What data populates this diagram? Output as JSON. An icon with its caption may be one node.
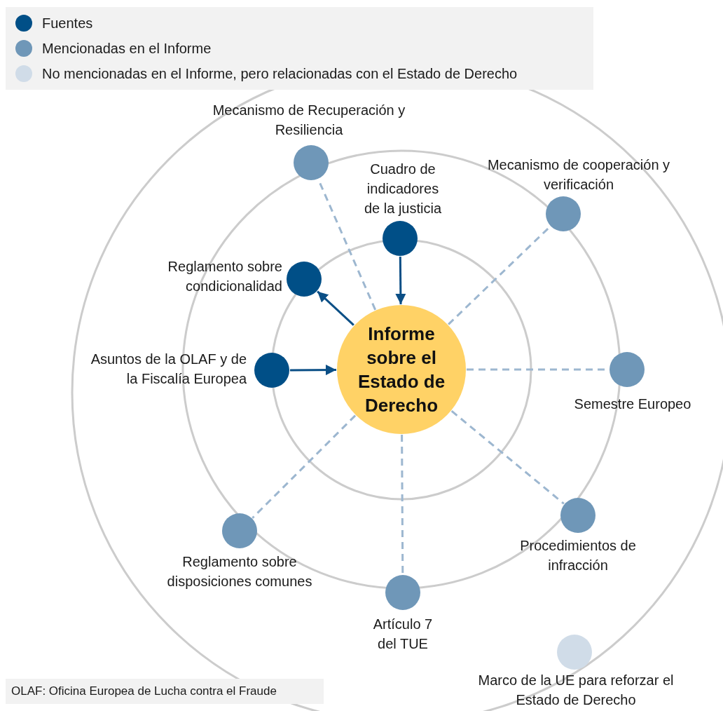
{
  "diagram": {
    "nodes": [
      {
        "text": [
          "Mecanismo de Recuperación y Resiliencia"
        ]
      },
      {
        "text": [
          "Cuadro de indicadores de la justicia"
        ]
      },
      {
        "text": [
          "Mecanismo de cooperación y verificación"
        ]
      },
      {
        "text": [
          "Reglamento sobre condicionalidad"
        ]
      },
      {
        "text": [
          "Asuntos de la OLAF y de la Fiscalía Europea"
        ]
      },
      {
        "text": [
          "Informe sobre el Estado de Derecho"
        ]
      },
      {
        "text": [
          "Semestre Europeo"
        ]
      },
      {
        "text": [
          "Procedimientos de infracción"
        ]
      },
      {
        "text": [
          "Reglamento sobre disposiciones comunes"
        ]
      },
      {
        "text": [
          "Artículo 7 del TUE"
        ]
      },
      {
        "text": [
          "Marco de la UE para reforzar el Estado de Derecho"
        ]
      }
    ],
    "edges": [
      {
        "from": 1,
        "to": 5,
        "arrow": "to",
        "color": "#0b4f86"
      },
      {
        "from": 5,
        "to": 3,
        "arrow": "to",
        "color": "#0b4f86"
      },
      {
        "from": 4,
        "to": 5,
        "arrow": "to",
        "color": "#0b4f86"
      },
      {
        "from": 5,
        "to": 0,
        "arrow": "none",
        "style": "dashed",
        "color": "#9db7d0"
      },
      {
        "from": 5,
        "to": 2,
        "arrow": "none",
        "style": "dashed",
        "color": "#9db7d0"
      },
      {
        "from": 5,
        "to": 6,
        "arrow": "none",
        "style": "dashed",
        "color": "#9db7d0"
      },
      {
        "from": 5,
        "to": 7,
        "arrow": "none",
        "style": "dashed",
        "color": "#9db7d0"
      },
      {
        "from": 5,
        "to": 9,
        "arrow": "none",
        "style": "dashed",
        "color": "#9db7d0"
      },
      {
        "from": 5,
        "to": 8,
        "arrow": "none",
        "style": "dashed",
        "color": "#9db7d0"
      }
    ],
    "labels": [
      "OLAF: Oficina Europea de Lucha contra el Fraude"
    ],
    "legend": [
      {
        "text": "Fuentes",
        "color": "#004f87"
      },
      {
        "text": "Mencionadas en el Informe",
        "color": "#6f97b8"
      },
      {
        "text": "No mencionadas en el Informe, pero relacionadas con el Estado de Derecho",
        "color": "#d0dce8"
      }
    ]
  }
}
